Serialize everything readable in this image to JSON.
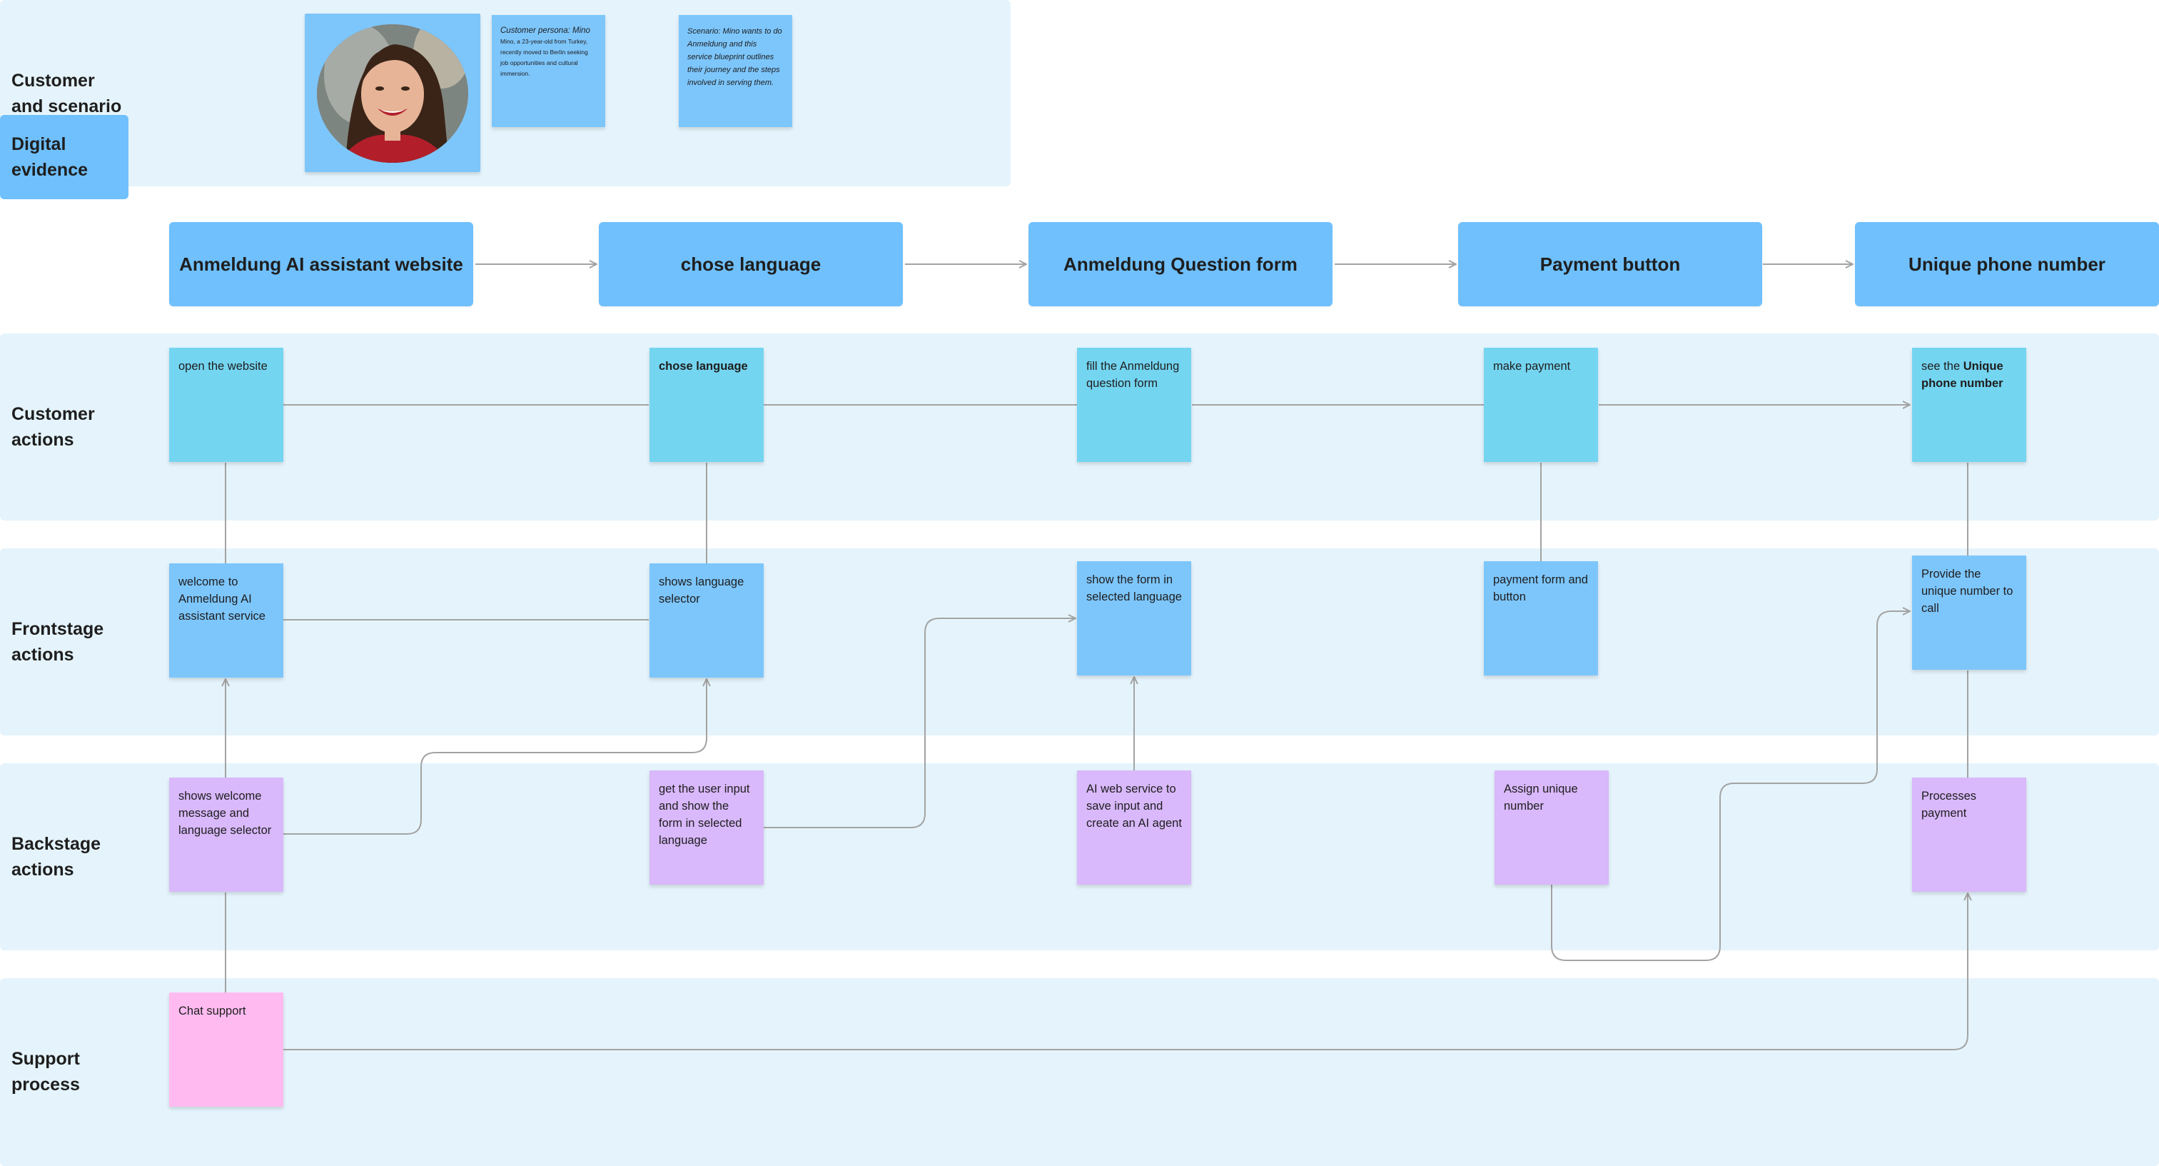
{
  "lanes": {
    "customer_scenario": "Customer\nand scenario",
    "digital_evidence": "Digital\nevidence",
    "customer_actions": "Customer\nactions",
    "frontstage_actions": "Frontstage\nactions",
    "backstage_actions": "Backstage\nactions",
    "support_process": "Support\nprocess"
  },
  "persona": {
    "title": "Customer persona: Mino",
    "body": "Mino, a 23-year-old from Turkey, recently moved to Berlin seeking job opportunities and cultural immersion."
  },
  "scenario": {
    "text": "Scenario: Mino wants to do Anmeldung and this service blueprint outlines their journey and the steps involved in serving them."
  },
  "evidence": [
    "Anmeldung AI assistant website",
    "chose language",
    "Anmeldung Question form",
    "Payment button",
    "Unique phone number"
  ],
  "customer_actions": {
    "open_website": "open the website",
    "chose_language": "chose language",
    "fill_form": "fill the Anmeldung question form",
    "make_payment": "make payment",
    "see_number_prefix": "see the ",
    "see_number_bold": "Unique phone number"
  },
  "frontstage": {
    "welcome": "welcome to Anmeldung AI assistant service",
    "language_selector": "shows language selector",
    "show_form": "show the form in selected language",
    "payment_form": "payment form and button",
    "provide_number": "Provide the unique number to call"
  },
  "backstage": {
    "welcome_msg": "shows welcome message and language selector",
    "get_input": "get the user input and show the form in selected language",
    "ai_service": "AI web service to save input and create an AI agent",
    "assign_number": "Assign unique number",
    "process_payment": "Processes payment"
  },
  "support": {
    "chat": "Chat support"
  },
  "colors": {
    "lane_bg": "#e5f4fc",
    "evidence": "#6fc0fd",
    "customer_sticky": "#74d5f1",
    "frontstage_sticky": "#7dc6fc",
    "backstage_sticky": "#d9b8fb",
    "support_sticky": "#ffbbf0",
    "connector": "#a3a3a3"
  }
}
